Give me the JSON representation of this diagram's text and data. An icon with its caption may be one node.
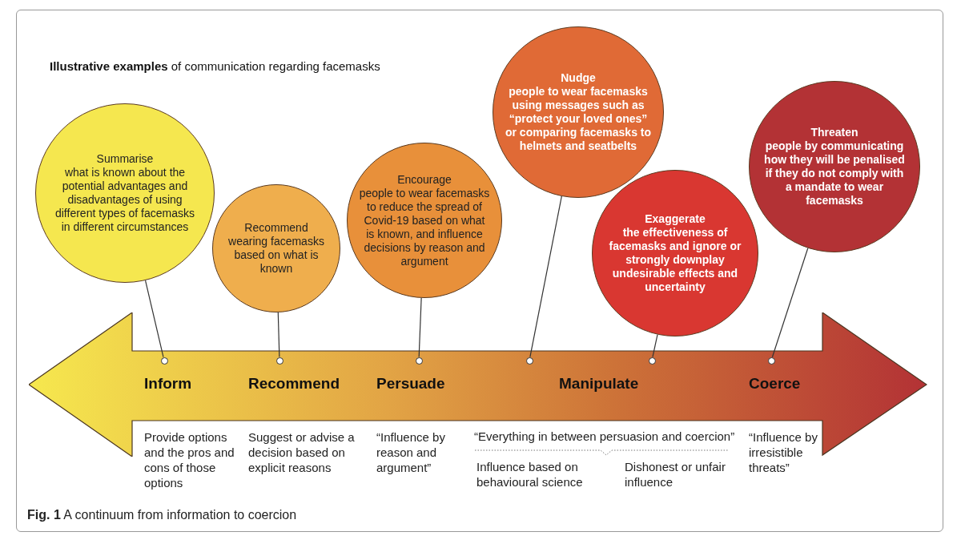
{
  "diagram": {
    "title": "**Illustrative examples** of communication regarding facemasks",
    "caption": "**Fig. 1** A continuum from information to coercion",
    "nodes": [
      {
        "text": [
          "Summarise",
          "what is known about the potential advantages and disadvantages of using different types of facemasks in different circumstances"
        ]
      },
      {
        "text": [
          "Recommend",
          "wearing facemasks based on what is known"
        ]
      },
      {
        "text": [
          "Encourage",
          "people to wear facemasks to reduce the spread of Covid-19 based on what is known, and influence decisions by reason and argument"
        ]
      },
      {
        "text": [
          "Nudge",
          "people to wear facemasks using messages such as “protect your loved ones” or comparing facemasks to helmets and seatbelts"
        ]
      },
      {
        "text": [
          "Exaggerate",
          "the effectiveness of facemasks and ignore or strongly downplay undesirable effects and uncertainty"
        ]
      },
      {
        "text": [
          "Threaten",
          "people by communicating how they will be penalised if they do not comply with a mandate to wear facemasks"
        ]
      },
      {
        "text": [
          "Inform",
          "Recommend",
          "Persuade",
          "Manipulate",
          "Coerce"
        ]
      },
      {
        "text": [],
        "shape": "circle",
        "in": 6
      },
      {
        "text": [],
        "shape": "circle",
        "in": 6
      },
      {
        "text": [],
        "shape": "circle",
        "in": 6
      },
      {
        "text": [],
        "shape": "circle",
        "in": 6
      },
      {
        "text": [],
        "shape": "circle",
        "in": 6
      },
      {
        "text": [],
        "shape": "circle",
        "in": 6
      }
    ],
    "edges": [
      {
        "from": 0,
        "to": 7,
        "arrow": "none"
      },
      {
        "from": 1,
        "to": 8,
        "arrow": "none"
      },
      {
        "from": 2,
        "to": 9,
        "arrow": "none"
      },
      {
        "from": 3,
        "to": 10,
        "arrow": "none"
      },
      {
        "from": 4,
        "to": 11,
        "arrow": "none"
      },
      {
        "from": 5,
        "to": 12,
        "arrow": "none"
      }
    ],
    "labels": [
      "Provide options and the pros and cons of those options",
      "Suggest or advise a decision based on explicit reasons",
      "“Influence by reason and argument”",
      "“Everything in between persuasion and coercion”",
      "“Influence by irresistible threats”",
      "Influence based on behavioural science",
      "Dishonest or unfair influence"
    ]
  }
}
